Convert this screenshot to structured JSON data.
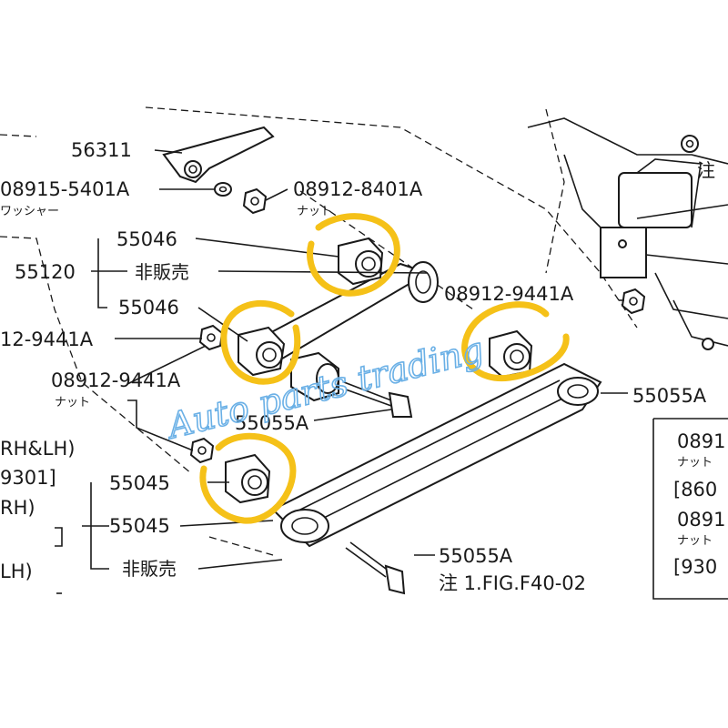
{
  "labels": {
    "l56311": "56311",
    "l08915_5401A": "08915-5401A",
    "washer": "ワッシャー",
    "l08912_8401A": "08912-8401A",
    "nut1": "ナット",
    "l55046_top": "55046",
    "l55120": "55120",
    "hihanbai_1": "非販売",
    "l55046_mid": "55046",
    "l12_9441A_left": "12-9441A",
    "l08912_9441A_left": "08912-9441A",
    "nut2": "ナット",
    "l08912_9441A_right": "08912-9441A",
    "l55055A_left": "55055A",
    "l55055A_right": "55055A",
    "l55045_a": "55045",
    "l55045_b": "55045",
    "hihanbai_2": "非販売",
    "l55055A_bottom": "55055A",
    "note_fig": "注 1.FIG.F40-02",
    "chu_top": "注",
    "rh_lh": "RH&LH)",
    "code_9301": "9301]",
    "rh": "RH)",
    "lh": "LH)",
    "box_0891_a": "0891",
    "box_nut_a": "ナット",
    "box_860": "[860",
    "box_0891_b": "0891",
    "box_nut_b": "ナット",
    "box_930": "[930"
  },
  "watermark": "Auto parts trading",
  "colors": {
    "highlight": "#f5c118",
    "watermark": "#6ab0e6",
    "line": "#1a1a1a",
    "background": "#ffffff"
  }
}
